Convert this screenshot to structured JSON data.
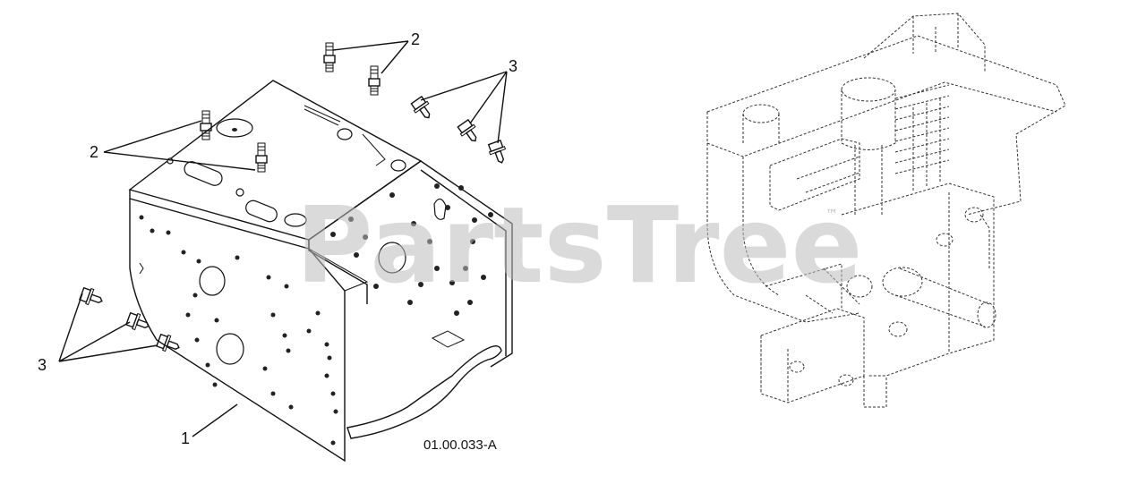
{
  "diagram": {
    "watermark": "PartsTree",
    "trademark": "™",
    "drawing_number": "01.00.033-A",
    "callouts": [
      {
        "id": "c1",
        "label": "1"
      },
      {
        "id": "c2a",
        "label": "2"
      },
      {
        "id": "c2b",
        "label": "2"
      },
      {
        "id": "c3a",
        "label": "3"
      },
      {
        "id": "c3b",
        "label": "3"
      }
    ]
  }
}
